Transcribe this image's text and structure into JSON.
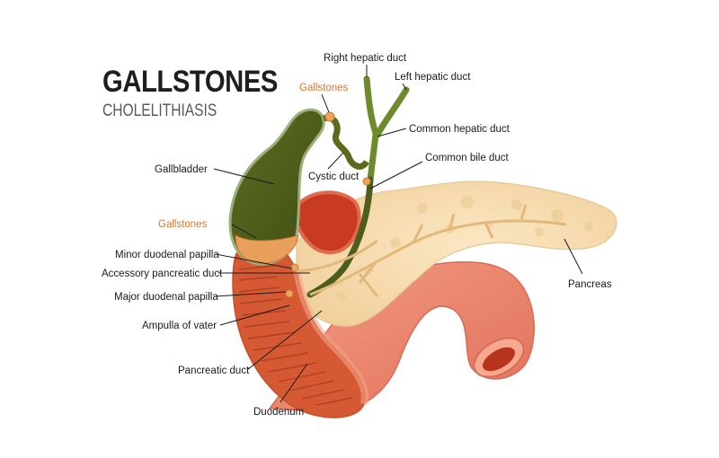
{
  "header": {
    "title": "GALLSTONES",
    "subtitle": "CHOLELITHIASIS"
  },
  "labels": {
    "right_hepatic_duct": "Right hepatic duct",
    "left_hepatic_duct": "Left hepatic duct",
    "gallstones_top": "Gallstones",
    "common_hepatic_duct": "Common hepatic duct",
    "common_bile_duct": "Common bile duct",
    "cystic_duct": "Cystic duct",
    "gallbladder": "Gallbladder",
    "gallstones_left": "Gallstones",
    "minor_duodenal_papilla": "Minor duodenal papilla",
    "accessory_pancreatic_duct": "Accessory pancreatic duct",
    "major_duodenal_papilla": "Major duodenal papilla",
    "ampulla_of_vater": "Ampulla of vater",
    "pancreatic_duct": "Pancreatic duct",
    "duodenum": "Duodenum",
    "pancreas": "Pancreas"
  },
  "colors": {
    "gallstone_label": "#e0752a",
    "gallbladder": "#4e5e1a",
    "pancreas": "#f6dcae",
    "duodenum": "#e8836c",
    "duodenum_inner": "#c94a1f"
  }
}
